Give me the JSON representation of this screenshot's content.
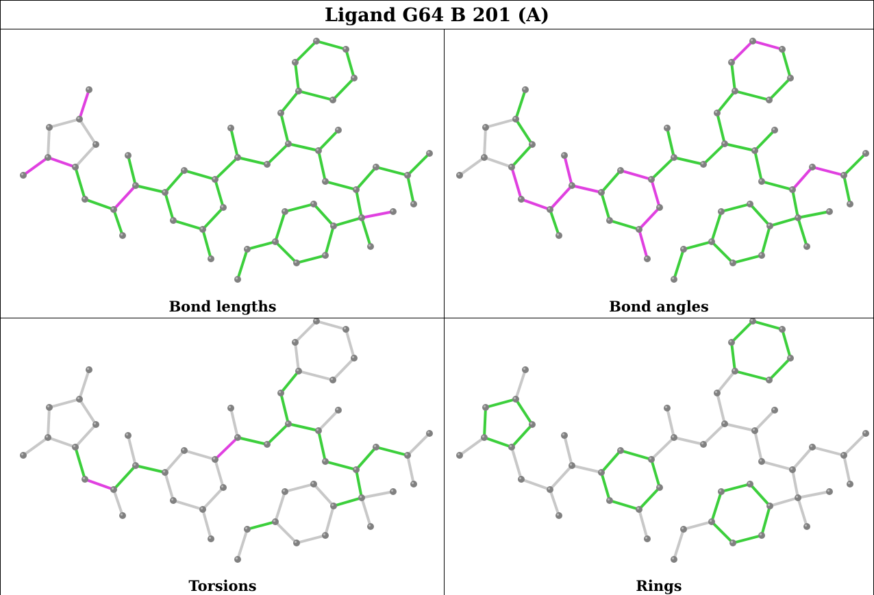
{
  "title": "Ligand G64 B 201 (A)",
  "colors": {
    "background": "#ffffff",
    "border": "#000000",
    "atom": "#808080",
    "bond_ok": "#3ccf3c",
    "bond_outlier": "#e040e0",
    "bond_unassessed": "#c8c8c8"
  },
  "panels": [
    {
      "caption": "Bond lengths"
    },
    {
      "caption": "Bond angles"
    },
    {
      "caption": "Torsions"
    },
    {
      "caption": "Rings"
    }
  ]
}
